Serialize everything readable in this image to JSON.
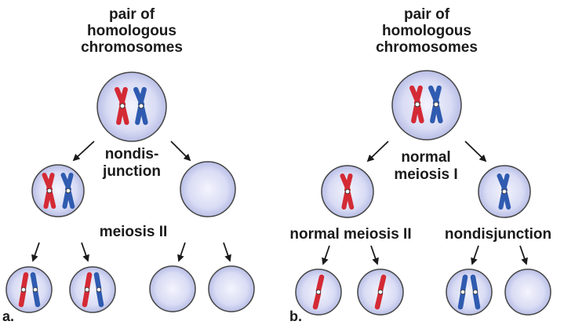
{
  "panel_a": {
    "letter": "a.",
    "title_line1": "pair of",
    "title_line2": "homologous",
    "title_line3": "chromosomes",
    "event_line1": "nondis-",
    "event_line2": "junction",
    "stage_label": "meiosis II"
  },
  "panel_b": {
    "letter": "b.",
    "title_line1": "pair of",
    "title_line2": "homologous",
    "title_line3": "chromosomes",
    "event_line1": "normal",
    "event_line2": "meiosis I",
    "left_label": "normal meiosis II",
    "right_label": "nondisjunction"
  },
  "colors": {
    "maternal_chromosome": "#d42a35",
    "paternal_chromosome": "#2f5bb0",
    "cell_fill": "#d4d8f2",
    "cell_stroke": "#454545"
  }
}
